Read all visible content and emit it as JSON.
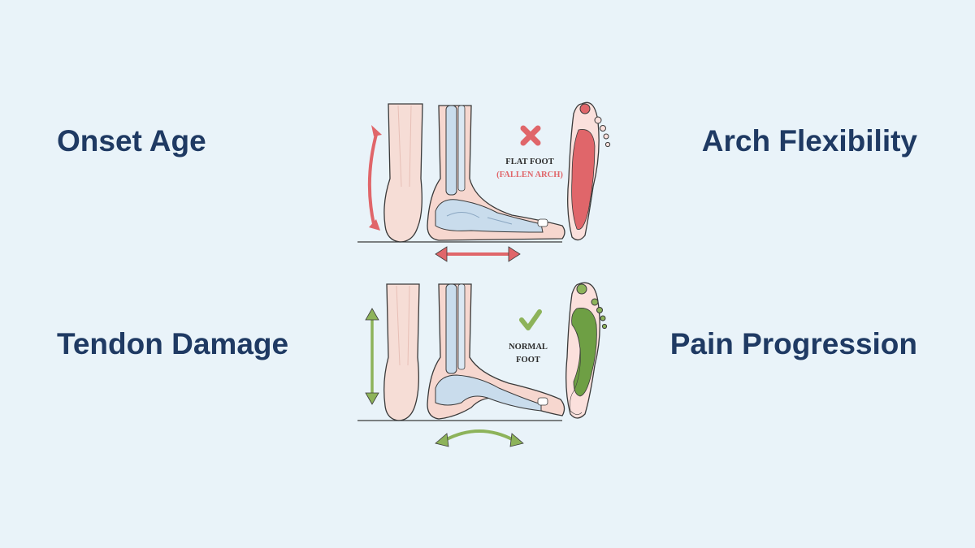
{
  "labels": {
    "top_left": "Onset Age",
    "top_right": "Arch Flexibility",
    "bottom_left": "Tendon Damage",
    "bottom_right": "Pain Progression"
  },
  "illustration": {
    "flat": {
      "line1": "FLAT FOOT",
      "line2": "(FALLEN ARCH)",
      "marker": "cross-icon"
    },
    "normal": {
      "line1": "NORMAL",
      "line2": "FOOT",
      "marker": "check-icon"
    }
  },
  "colors": {
    "text": "#1f3a63",
    "background": "#e9f3f9",
    "flat_red": "#e0666a",
    "normal_green": "#8db35a",
    "skin": "#f7d6cf",
    "bone": "#c9dcec"
  }
}
